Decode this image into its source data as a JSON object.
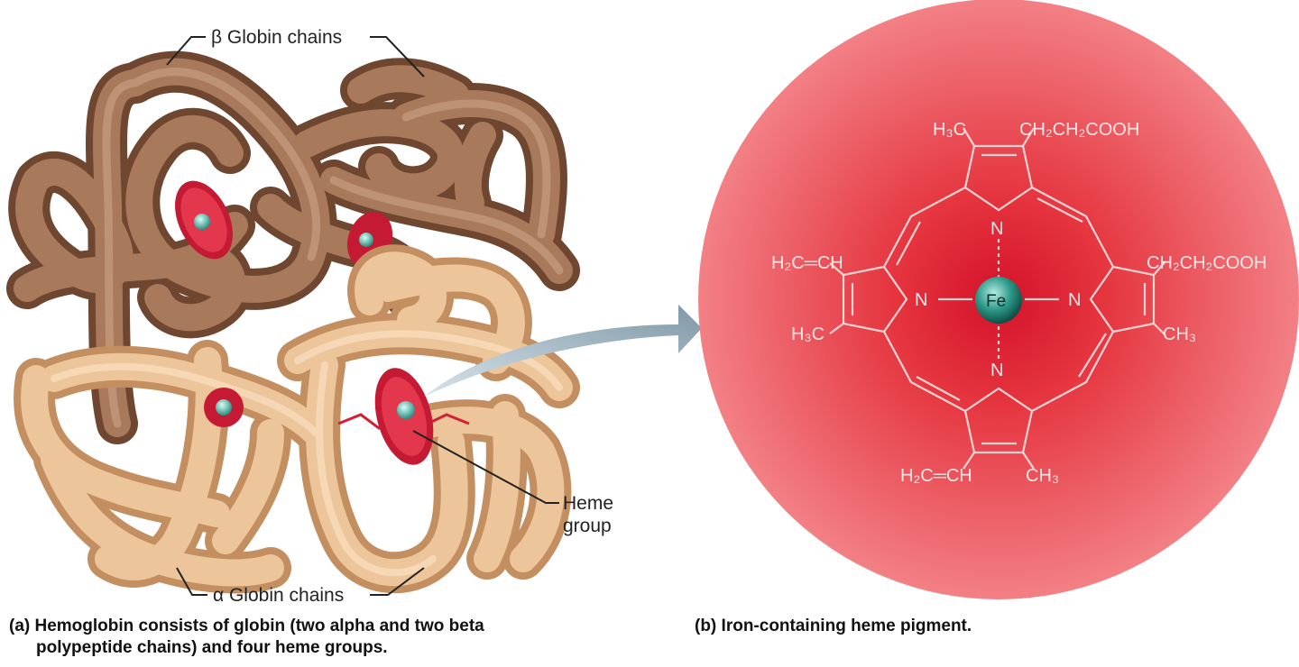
{
  "labels": {
    "beta_chains": "β Globin chains",
    "alpha_chains": "α Globin chains",
    "heme_line1": "Heme",
    "heme_line2": "group"
  },
  "molecule": {
    "fe": "Fe",
    "n": "N",
    "top_left": "H₃C",
    "top_right": "CH₂CH₂COOH",
    "left_upper": "H₂C═CH",
    "left_lower": "H₃C",
    "right_upper": "CH₂CH₂COOH",
    "right_lower": "CH₃",
    "bottom_left": "H₂C═CH",
    "bottom_right": "CH₃"
  },
  "captions": {
    "a_line1": "(a) Hemoglobin consists of globin (two alpha and two beta",
    "a_line2": "polypeptide chains) and four heme groups.",
    "b": "(b) Iron-containing heme pigment."
  },
  "colors": {
    "beta_chain": "#9a6b4e",
    "alpha_chain": "#e4b98c",
    "heme_disc": "#d8203a",
    "iron": "#3aa596",
    "circle_center": "#d4122a",
    "circle_edge": "#f07c80"
  }
}
